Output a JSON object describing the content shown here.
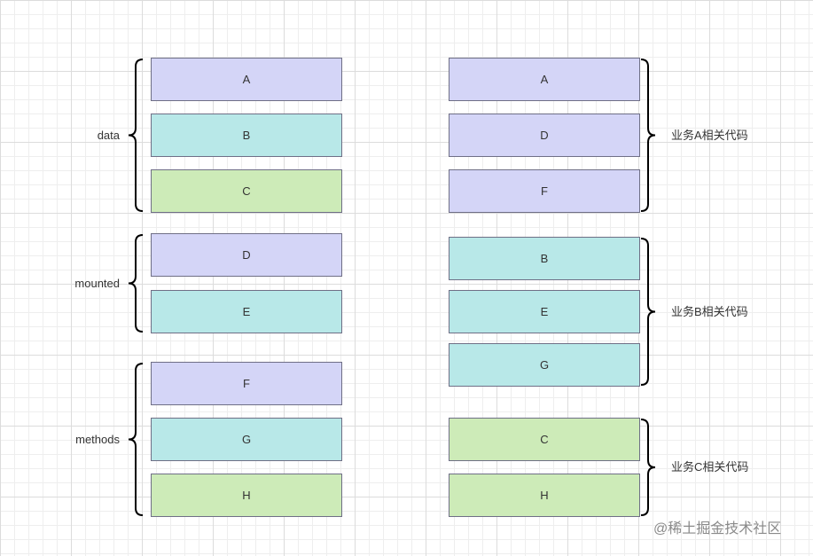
{
  "colors": {
    "purple": "#d4d5f7",
    "cyan": "#b8e8e8",
    "green": "#cdebb8",
    "border": "#6f6f86",
    "brace": "#000000"
  },
  "left_column": {
    "groups": [
      {
        "label": "data",
        "items": [
          {
            "text": "A",
            "color": "purple"
          },
          {
            "text": "B",
            "color": "cyan"
          },
          {
            "text": "C",
            "color": "green"
          }
        ]
      },
      {
        "label": "mounted",
        "items": [
          {
            "text": "D",
            "color": "purple"
          },
          {
            "text": "E",
            "color": "cyan"
          }
        ]
      },
      {
        "label": "methods",
        "items": [
          {
            "text": "F",
            "color": "purple"
          },
          {
            "text": "G",
            "color": "cyan"
          },
          {
            "text": "H",
            "color": "green"
          }
        ]
      }
    ]
  },
  "right_column": {
    "groups": [
      {
        "label": "业务A相关代码",
        "items": [
          {
            "text": "A",
            "color": "purple"
          },
          {
            "text": "D",
            "color": "purple"
          },
          {
            "text": "F",
            "color": "purple"
          }
        ]
      },
      {
        "label": "业务B相关代码",
        "items": [
          {
            "text": "B",
            "color": "cyan"
          },
          {
            "text": "E",
            "color": "cyan"
          },
          {
            "text": "G",
            "color": "cyan"
          }
        ]
      },
      {
        "label": "业务C相关代码",
        "items": [
          {
            "text": "C",
            "color": "green"
          },
          {
            "text": "H",
            "color": "green"
          }
        ]
      }
    ]
  },
  "watermark": "@稀土掘金技术社区"
}
